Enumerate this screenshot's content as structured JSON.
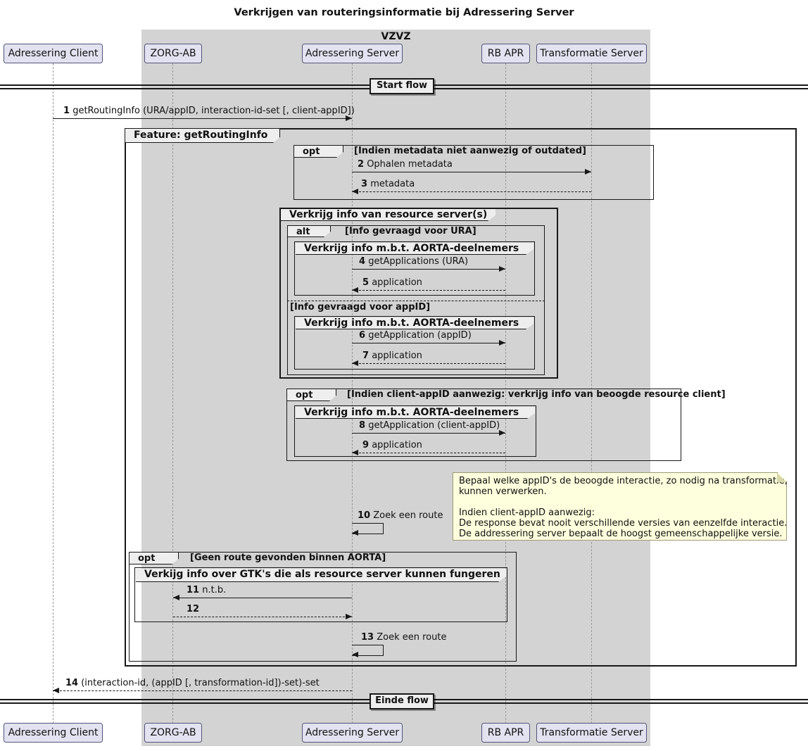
{
  "title": "Verkrijgen van routeringsinformatie bij Adressering Server",
  "box": {
    "label": "VZVZ"
  },
  "participants": [
    {
      "name": "Adressering Client"
    },
    {
      "name": "ZORG-AB"
    },
    {
      "name": "Adressering Server"
    },
    {
      "name": "RB APR"
    },
    {
      "name": "Transformatie Server"
    }
  ],
  "dividers": {
    "start": "Start flow",
    "end": "Einde flow"
  },
  "frames": {
    "feature": {
      "label": "Feature: getRoutingInfo"
    },
    "opt_metadata": {
      "type": "opt",
      "condition": "[Indien metadata niet aanwezig of outdated]"
    },
    "group_resource": {
      "label": "Verkrijg info van resource server(s)"
    },
    "alt_info": {
      "type": "alt",
      "condition": "[Info gevraagd voor URA]",
      "else_condition": "[Info gevraagd voor appID]"
    },
    "group_aorta1": {
      "label": "Verkrijg info m.b.t. AORTA-deelnemers"
    },
    "group_aorta2": {
      "label": "Verkrijg info m.b.t. AORTA-deelnemers"
    },
    "opt_client": {
      "type": "opt",
      "condition": "[Indien client-appID aanwezig: verkrijg info van beoogde resource client]"
    },
    "group_aorta3": {
      "label": "Verkrijg info m.b.t. AORTA-deelnemers"
    },
    "opt_noroute": {
      "type": "opt",
      "condition": "[Geen route gevonden binnen AORTA]"
    },
    "group_gtk": {
      "label": "Verkijg info over GTK's die als resource server kunnen fungeren"
    }
  },
  "messages": [
    {
      "num": "1",
      "text": "getRoutingInfo (URA/appID, interaction-id-set [, client-appID])"
    },
    {
      "num": "2",
      "text": "Ophalen metadata"
    },
    {
      "num": "3",
      "text": "metadata"
    },
    {
      "num": "4",
      "text": "getApplications (URA)"
    },
    {
      "num": "5",
      "text": "application"
    },
    {
      "num": "6",
      "text": "getApplication (appID)"
    },
    {
      "num": "7",
      "text": "application"
    },
    {
      "num": "8",
      "text": "getApplication (client-appID)"
    },
    {
      "num": "9",
      "text": "application"
    },
    {
      "num": "10",
      "text": "Zoek een route"
    },
    {
      "num": "11",
      "text": "n.t.b."
    },
    {
      "num": "12",
      "text": ""
    },
    {
      "num": "13",
      "text": "Zoek een route"
    },
    {
      "num": "14",
      "text": "(interaction-id, (appID [, transformation-id])-set)-set"
    }
  ],
  "note": {
    "lines": [
      "Bepaal welke appID's de beoogde interactie, zo nodig na transformatie,",
      "kunnen verwerken.",
      "",
      "Indien client-appID aanwezig:",
      "De response bevat nooit verschillende versies van eenzelfde interactie.",
      "De addressering server bepaalt de hoogst gemeenschappelijke versie."
    ]
  },
  "colors": {
    "box_fill": "#D3D3D3",
    "participant_fill": "#E2E2F0",
    "frame_header_fill": "#EEEEEE",
    "note_fill": "#FEFFDD",
    "line": "#181818"
  }
}
